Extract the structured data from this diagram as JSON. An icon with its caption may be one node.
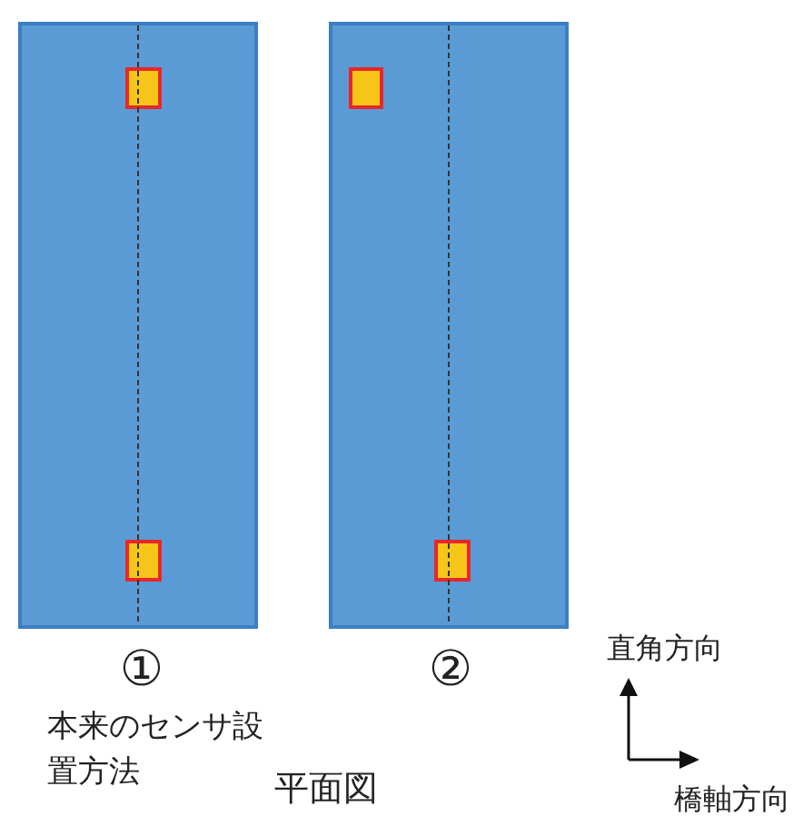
{
  "diagram": {
    "nodes": [
      {
        "text": [],
        "shape": "box",
        "beside": [
          "①",
          "本来のセンサ設置方法"
        ]
      },
      {
        "text": [],
        "shape": "box",
        "in": 0
      },
      {
        "text": [],
        "shape": "box",
        "in": 0
      },
      {
        "text": [],
        "shape": "box",
        "beside": [
          "②"
        ]
      },
      {
        "text": [],
        "shape": "box",
        "in": 3
      },
      {
        "text": [],
        "shape": "box",
        "in": 3
      }
    ],
    "edges": [],
    "labels": [
      "平面図",
      "直角方向",
      "橋軸方向"
    ]
  }
}
